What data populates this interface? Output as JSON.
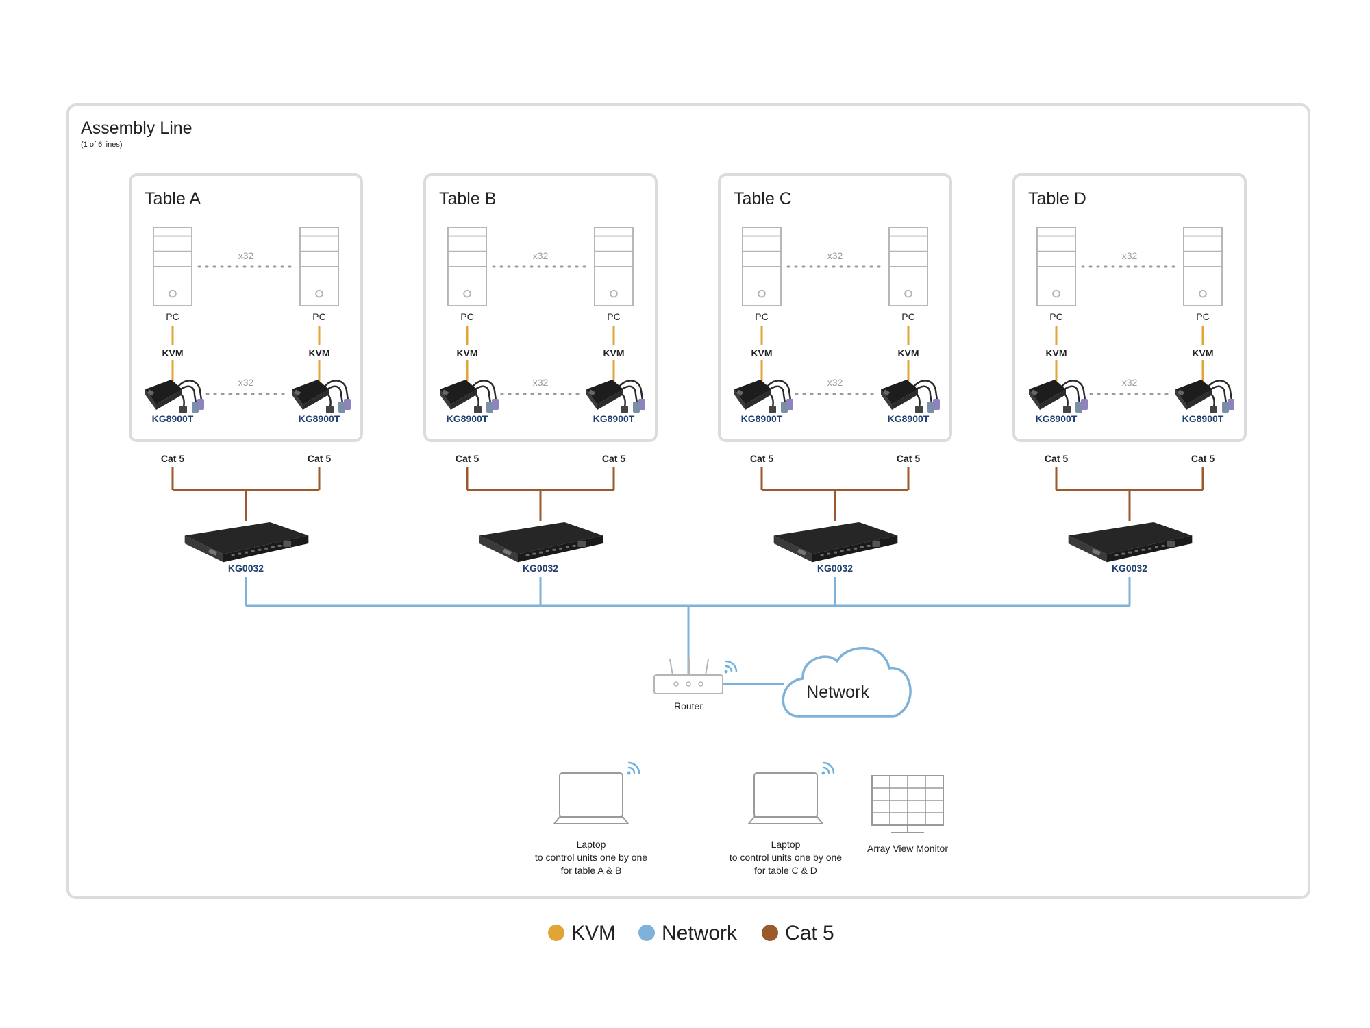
{
  "assembly": {
    "title": "Assembly Line",
    "subtitle": "(1 of 6 lines)"
  },
  "tables": [
    {
      "name": "Table A"
    },
    {
      "name": "Table B"
    },
    {
      "name": "Table C"
    },
    {
      "name": "Table D"
    }
  ],
  "labels": {
    "pc": "PC",
    "kvm": "KVM",
    "multiplier": "x32",
    "adapter": "KG8900T",
    "cat5": "Cat 5",
    "switch": "KG0032",
    "router": "Router",
    "network": "Network"
  },
  "clients": [
    {
      "kind": "laptop",
      "lines": [
        "Laptop",
        "to control units one by one",
        "for table A & B"
      ]
    },
    {
      "kind": "laptop",
      "lines": [
        "Laptop",
        "to control units one by one",
        "for table C & D"
      ]
    },
    {
      "kind": "monitor",
      "lines": [
        "Array View Monitor"
      ]
    }
  ],
  "legend": [
    {
      "label": "KVM",
      "color": "#e0a536"
    },
    {
      "label": "Network",
      "color": "#7fb2d9"
    },
    {
      "label": "Cat 5",
      "color": "#9b5a2c"
    }
  ],
  "colors": {
    "kvm": "#e0a536",
    "network": "#7fb2d9",
    "cat5": "#9b5a2c",
    "border": "#dcdcdc"
  }
}
